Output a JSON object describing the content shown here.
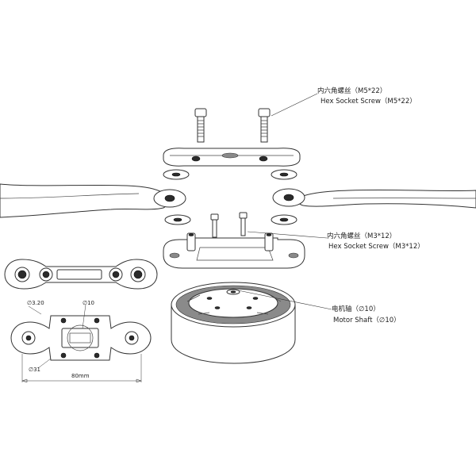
{
  "callouts": {
    "m5_screw_cn": "内六角螺丝（M5*22）",
    "m5_screw_en": "Hex Socket Screw（M5*22）",
    "m3_screw_cn": "内六角螺丝（M3*12）",
    "m3_screw_en": "Hex Socket Screw（M3*12）",
    "motor_shaft_cn": "电机轴（∅10）",
    "motor_shaft_en": "Motor Shaft（∅10）"
  },
  "dimensions": {
    "hole_dia": "∅3.20",
    "shaft_dia": "∅10",
    "bolt_circle": "∅31",
    "overall_length": "80mm"
  }
}
